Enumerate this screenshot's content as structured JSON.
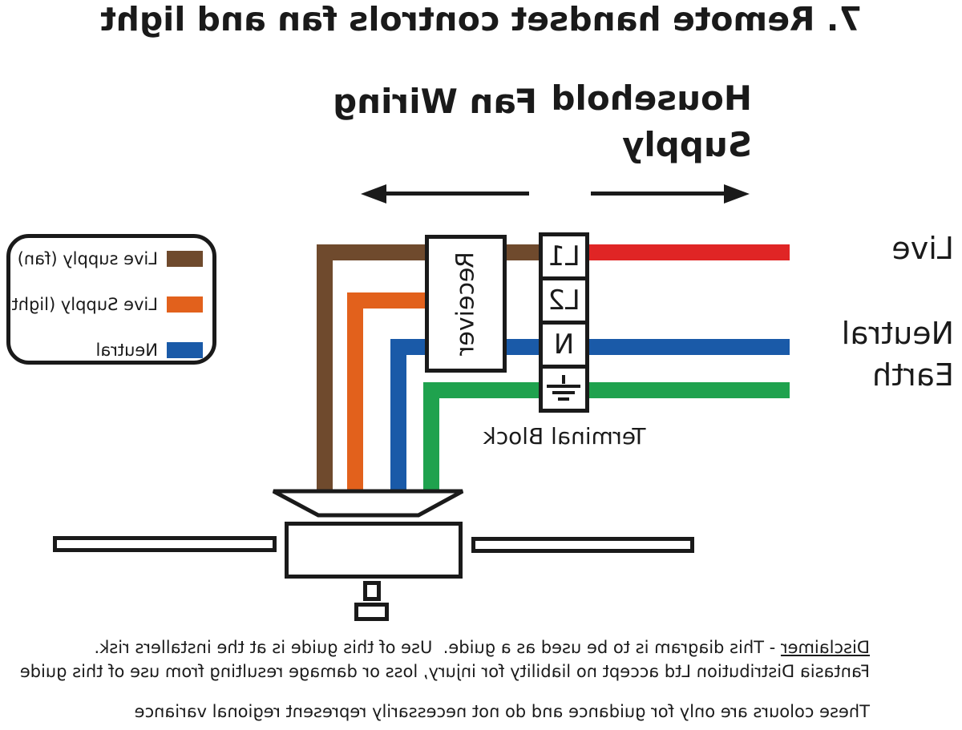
{
  "title": "7. Remote handset controls fan and light",
  "section_labels": {
    "household": "Household",
    "supply": "Supply",
    "fan_wiring": "Fan Wiring"
  },
  "legend": {
    "items": [
      {
        "label": "Live supply (fan)",
        "color": "#6F4A2D"
      },
      {
        "label": "Live Supply (light)",
        "color": "#E2611C"
      },
      {
        "label": "Neutral",
        "color": "#1A5AA8"
      }
    ]
  },
  "receiver_label": "Receiver",
  "terminal_block": {
    "label": "Terminal Block",
    "terminals": [
      "L1",
      "L2",
      "N"
    ]
  },
  "supply_labels": {
    "live": "Live",
    "neutral": "Neutral",
    "earth": "Earth"
  },
  "wire_colors": {
    "live": "#E02525",
    "neutral": "#1A5AA8",
    "earth": "#1FA24E",
    "live_fan": "#6F4A2D",
    "live_light": "#E2611C"
  },
  "disclaimer": {
    "line1_underlined": "Disclaimer",
    "line1_rest": " - This diagram is to be used as a guide.  Use of this guide is at the installers risk.",
    "line2": "Fantasia Distribution Ltd accept no liability for injury, loss or damage resulting from use of this guide",
    "line3": "These colours are only for guidance and do not necessarily represent regional variance"
  }
}
